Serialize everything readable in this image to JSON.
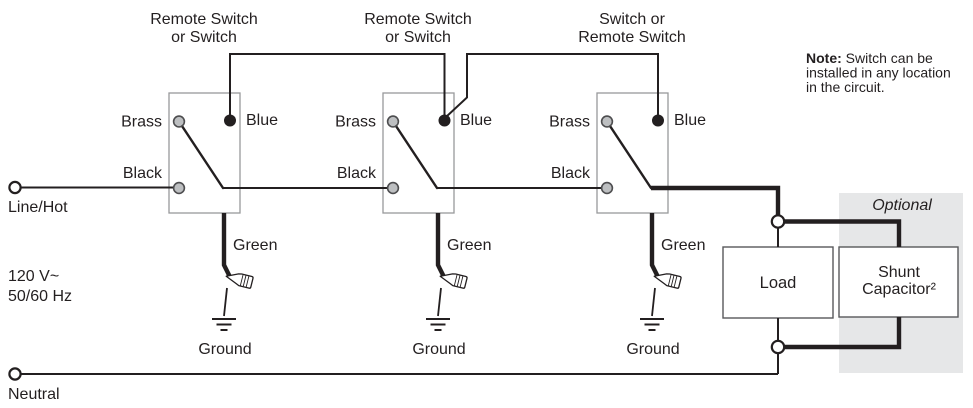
{
  "switches": [
    {
      "title_line1": "Remote Switch",
      "title_line2": "or Switch",
      "brass": "Brass",
      "blue": "Blue",
      "black": "Black",
      "green": "Green",
      "ground": "Ground"
    },
    {
      "title_line1": "Remote Switch",
      "title_line2": "or Switch",
      "brass": "Brass",
      "blue": "Blue",
      "black": "Black",
      "green": "Green",
      "ground": "Ground"
    },
    {
      "title_line1": "Switch or",
      "title_line2": "Remote Switch",
      "brass": "Brass",
      "blue": "Blue",
      "black": "Black",
      "green": "Green",
      "ground": "Ground"
    }
  ],
  "power": {
    "line_hot": "Line/Hot",
    "voltage_line1": "120 V~",
    "voltage_line2": "50/60 Hz",
    "neutral": "Neutral"
  },
  "load": {
    "label": "Load"
  },
  "optional_box": {
    "title": "Optional",
    "shunt_line1": "Shunt",
    "shunt_line2": "Capacitor²"
  },
  "note": {
    "bold": "Note:",
    "line1_rest": " Switch can be",
    "line2": "installed in any location",
    "line3": "in the circuit."
  },
  "colors": {
    "wire": "#231f20",
    "text": "#231f20",
    "switch_box_stroke": "#97999b",
    "component_box_stroke": "#58595b",
    "terminal_gray_fill": "#bdbfc1",
    "terminal_blue_fill": "#231f20",
    "optional_background": "#e6e7e8"
  }
}
